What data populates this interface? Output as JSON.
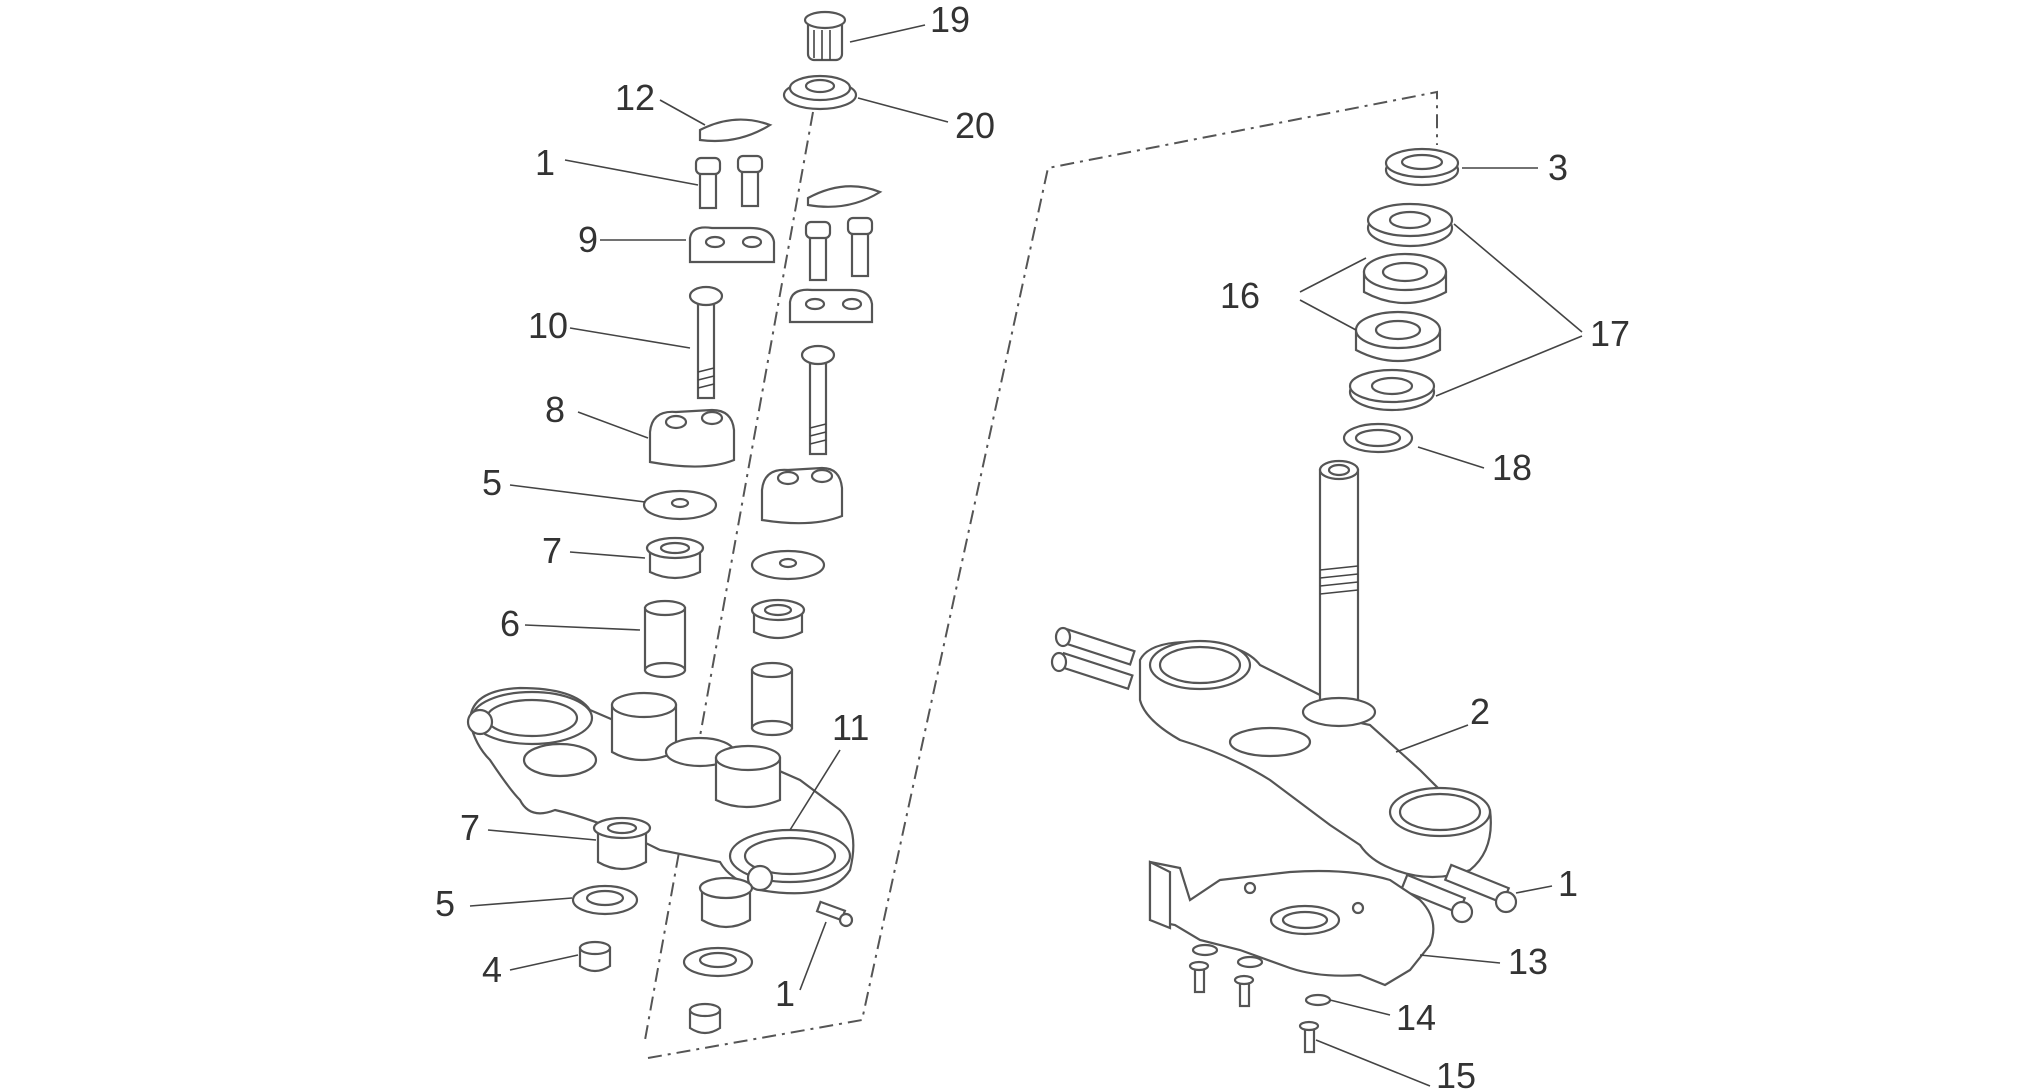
{
  "diagram": {
    "callouts": {
      "c19": "19",
      "c20": "20",
      "c12": "12",
      "c1a": "1",
      "c9": "9",
      "c10": "10",
      "c8": "8",
      "c5a": "5",
      "c7a": "7",
      "c6": "6",
      "c11": "11",
      "c7b": "7",
      "c5b": "5",
      "c4": "4",
      "c1b": "1",
      "c3": "3",
      "c16": "16",
      "c17": "17",
      "c18": "18",
      "c2": "2",
      "c1c": "1",
      "c13": "13",
      "c14": "14",
      "c15": "15"
    }
  }
}
